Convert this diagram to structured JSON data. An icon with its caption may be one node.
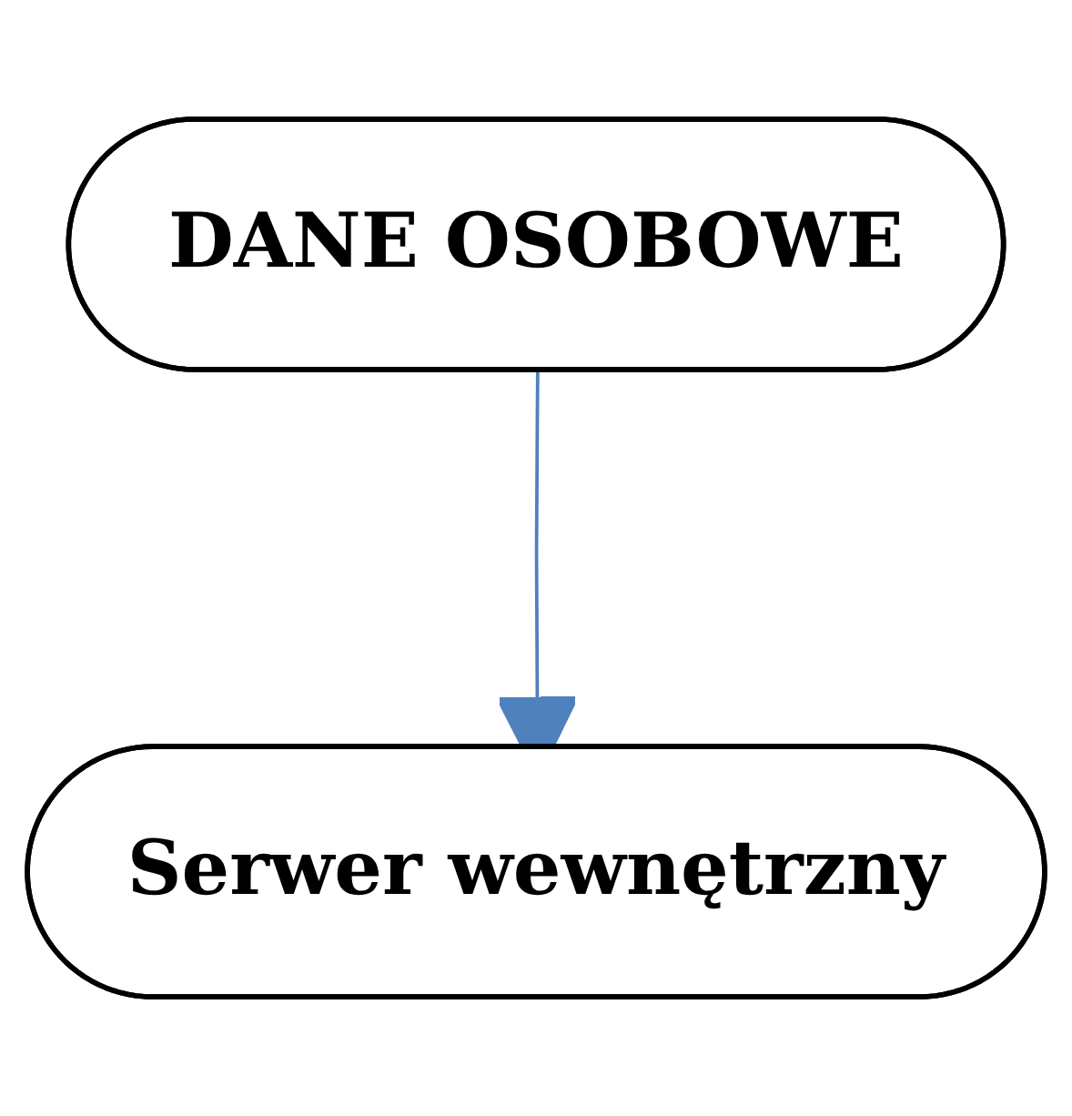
{
  "diagram": {
    "nodes": [
      {
        "text": [
          "DANE OSOBOWE"
        ]
      },
      {
        "text": [
          "Serwer wewnętrzny"
        ]
      }
    ],
    "edges": [
      {
        "from": 0,
        "to": 1,
        "arrow": "to",
        "color": "#4f81bd"
      }
    ]
  }
}
